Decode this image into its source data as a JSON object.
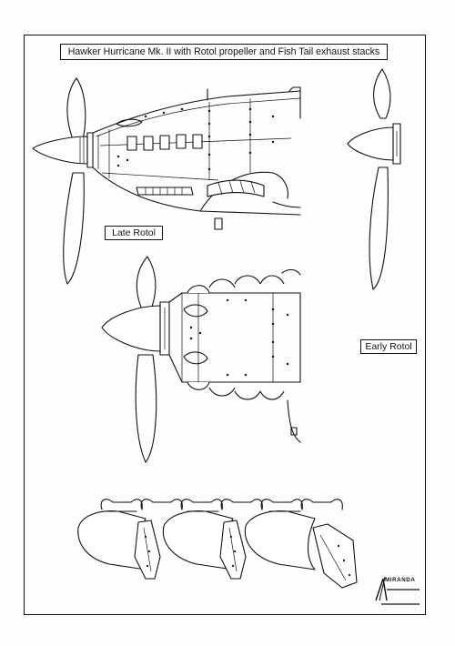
{
  "title": "Hawker Hurricane Mk. II with Rotol propeller and Fish Tail exhaust stacks",
  "labels": {
    "late_rotol": "Late Rotol",
    "early_rotol": "Early Rotol"
  },
  "logo": {
    "text": "MIRANDA"
  },
  "colors": {
    "paper": "#fdfdfd",
    "ink": "#111111"
  }
}
